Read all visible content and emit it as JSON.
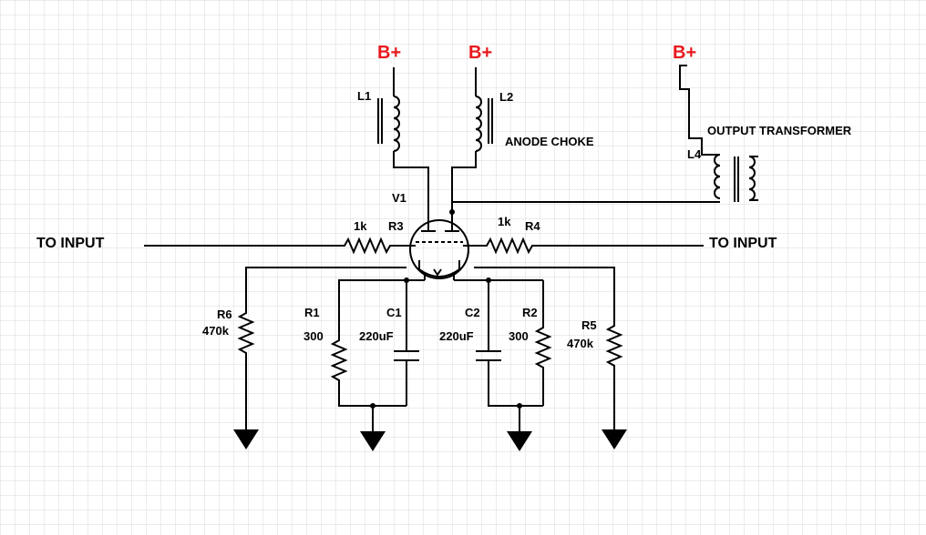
{
  "colors": {
    "supply": "#e8191d",
    "wire": "#000000",
    "grid": "#d9d9d9",
    "background": "#ffffff"
  },
  "supply": {
    "l1": "B+",
    "l2": "B+",
    "transformer": "B+"
  },
  "inductors": {
    "l1": "L1",
    "l2": "L2",
    "l4": "L4"
  },
  "notes": {
    "anode_choke": "ANODE CHOKE",
    "output_transformer": "OUTPUT TRANSFORMER"
  },
  "tube": {
    "label": "V1"
  },
  "inputs": {
    "left": "TO INPUT",
    "right": "TO INPUT"
  },
  "resistors": {
    "r1": {
      "name": "R1",
      "value": "300"
    },
    "r2": {
      "name": "R2",
      "value": "300"
    },
    "r3": {
      "name": "R3",
      "value": "1k"
    },
    "r4": {
      "name": "R4",
      "value": "1k"
    },
    "r5": {
      "name": "R5",
      "value": "470k"
    },
    "r6": {
      "name": "R6",
      "value": "470k"
    }
  },
  "capacitors": {
    "c1": {
      "name": "C1",
      "value": "220uF"
    },
    "c2": {
      "name": "C2",
      "value": "220uF"
    }
  }
}
